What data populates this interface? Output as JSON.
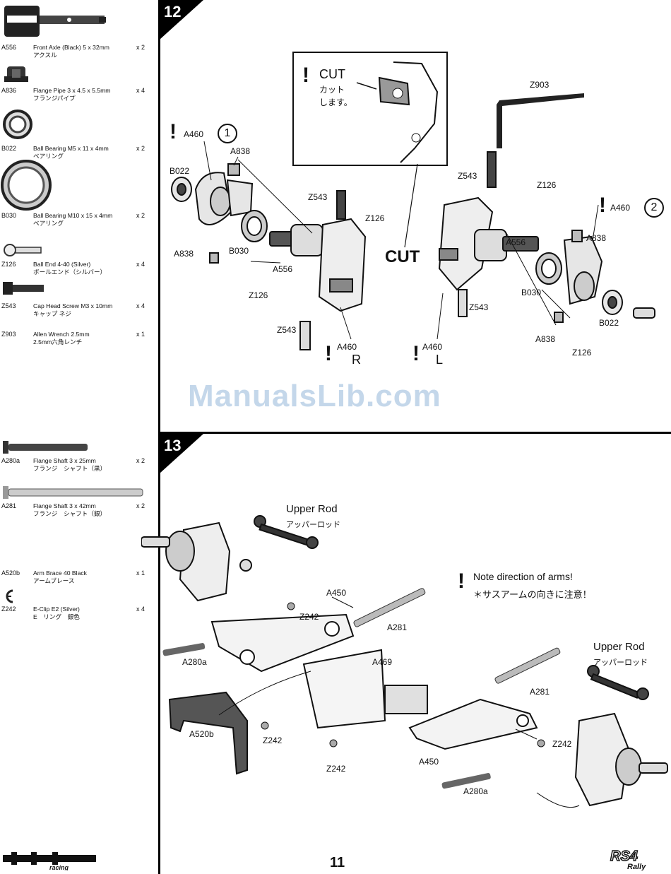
{
  "steps": {
    "step12": "12",
    "step13": "13"
  },
  "parts": [
    {
      "code": "A556",
      "desc": "Front Axle (Black) 5 x 32mm\nアクスル",
      "qty": "x 2",
      "icon": "axle-icon"
    },
    {
      "code": "A836",
      "desc": "Flange Pipe 3 x 4.5 x 5.5mm\nフランジパイプ",
      "qty": "x 4",
      "icon": "flange-pipe-icon"
    },
    {
      "code": "B022",
      "desc": "Ball Bearing M5 x 11 x 4mm\nベアリング",
      "qty": "x 2",
      "icon": "bearing-small-icon"
    },
    {
      "code": "B030",
      "desc": "Ball Bearing M10 x 15 x 4mm\nベアリング",
      "qty": "x 2",
      "icon": "bearing-large-icon"
    },
    {
      "code": "Z126",
      "desc": "Ball End 4-40 (Silver)\nボールエンド（シルバー）",
      "qty": "x 4",
      "icon": "ball-end-icon"
    },
    {
      "code": "Z543",
      "desc": "Cap Head Screw M3 x 10mm\nキャップ ネジ",
      "qty": "x 4",
      "icon": "cap-screw-icon"
    },
    {
      "code": "Z903",
      "desc": "Allen Wrench 2.5mm\n2.5mm六角レンチ",
      "qty": "x 1",
      "icon": "allen-wrench-icon"
    }
  ],
  "parts13": [
    {
      "code": "A280a",
      "desc": "Flange Shaft 3 x 25mm\nフランジ　シャフト（黒）",
      "qty": "x 2",
      "icon": "flange-shaft-short-icon"
    },
    {
      "code": "A281",
      "desc": "Flange Shaft 3 x 42mm\nフランジ　シャフト（銀）",
      "qty": "x 2",
      "icon": "flange-shaft-long-icon"
    },
    {
      "code": "A520b",
      "desc": "Arm Brace 40 Black\nアームブレース",
      "qty": "x 1",
      "icon": "arm-brace-icon"
    },
    {
      "code": "Z242",
      "desc": "E-Clip E2 (Silver)\nE　リング　銀色",
      "qty": "x 4",
      "icon": "e-clip-icon"
    }
  ],
  "step12": {
    "cut_box": {
      "word": "CUT",
      "jp1": "カット",
      "jp2": "します。"
    },
    "cut_big": "CUT",
    "circle1": "1",
    "circle2": "2",
    "labels": {
      "a460_1": "A460",
      "a838_1": "A838",
      "b022_1": "B022",
      "a838_2": "A838",
      "b030_1": "B030",
      "a556_1": "A556",
      "z126_1": "Z126",
      "z543_1": "Z543",
      "z126_2": "Z126",
      "z543_2": "Z543",
      "a460_r": "A460",
      "r": "R",
      "a460_l": "A460",
      "l": "L",
      "z903": "Z903",
      "z543_3": "Z543",
      "z126_3": "Z126",
      "a460_2": "A460",
      "a838_3": "A838",
      "a556_2": "A556",
      "b030_2": "B030",
      "z543_4": "Z543",
      "a838_4": "A838",
      "b022_2": "B022",
      "z126_4": "Z126"
    }
  },
  "step13": {
    "upper_rod_1": "Upper Rod",
    "upper_rod_jp_1": "アッパーロッド",
    "upper_rod_2": "Upper Rod",
    "upper_rod_jp_2": "アッパーロッド",
    "note": "Note direction of arms!",
    "note_jp": "＊サスアームの向きに注意！",
    "labels": {
      "z242_1": "Z242",
      "a450_1": "A450",
      "a281_1": "A281",
      "a280a_1": "A280a",
      "a469": "A469",
      "a520b": "A520b",
      "z242_2": "Z242",
      "z242_3": "Z242",
      "a281_2": "A281",
      "z242_4": "Z242",
      "a450_2": "A450",
      "a280a_2": "A280a"
    }
  },
  "watermark": "ManualsLib.com",
  "page_number": "11",
  "logo_left": "HPI racing",
  "logo_right": "RS4 Rally",
  "colors": {
    "ink": "#111111",
    "watermark": "#c4d7ea",
    "part_fill": "#d8d8d8"
  }
}
